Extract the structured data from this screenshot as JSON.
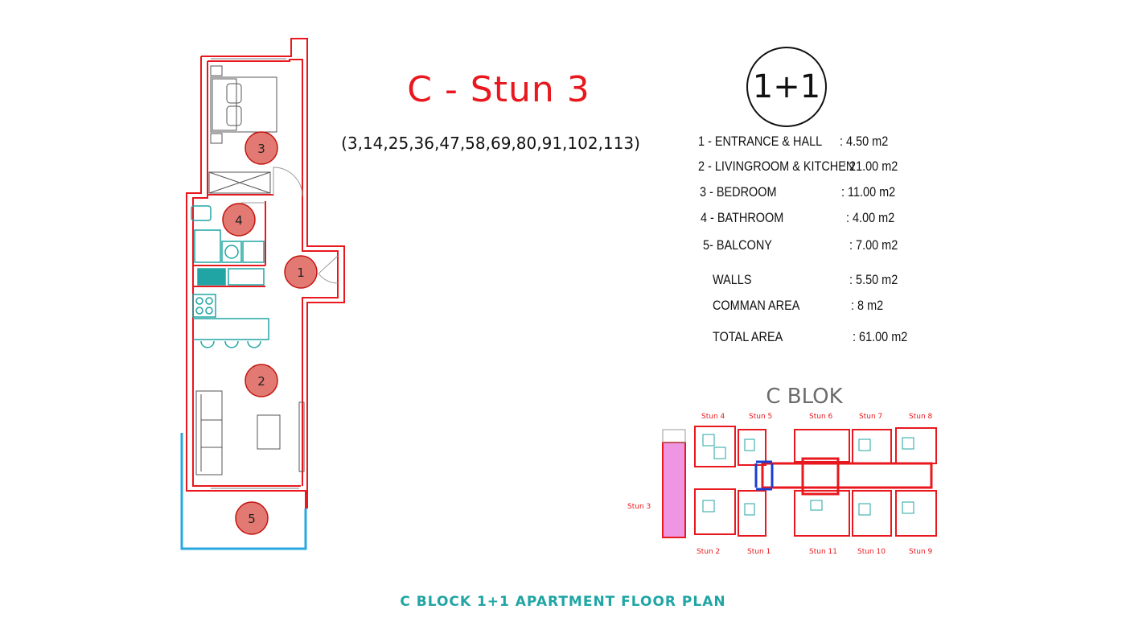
{
  "title": "C - Stun 3",
  "units_list": "(3,14,25,36,47,58,69,80,91,102,113)",
  "type_badge": "1+1",
  "rooms": [
    {
      "label": "1 - ENTRANCE & HALL",
      "area": ": 4.50 m2"
    },
    {
      "label": "2 - LIVINGROOM & KITCHEN",
      "area": ": 21.00 m2"
    },
    {
      "label": "3 - BEDROOM",
      "area": ": 11.00 m2"
    },
    {
      "label": "4 - BATHROOM",
      "area": ": 4.00 m2"
    },
    {
      "label": "5- BALCONY",
      "area": ": 7.00 m2"
    }
  ],
  "totals": [
    {
      "label": "WALLS",
      "area": ":   5.50 m2"
    },
    {
      "label": "COMMAN AREA",
      "area": ": 8 m2"
    },
    {
      "label": "TOTAL AREA",
      "area": ": 61.00 m2"
    }
  ],
  "plan_markers": [
    "1",
    "2",
    "3",
    "4",
    "5"
  ],
  "block_title": "C BLOK",
  "block_units_top": [
    "Stun 4",
    "Stun 5",
    "Stun 6",
    "Stun 7",
    "Stun 8"
  ],
  "block_units_bottom": [
    "Stun 2",
    "Stun 1",
    "Stun 11",
    "Stun 10",
    "Stun 9"
  ],
  "block_unit_side": "Stun 3",
  "caption": "C BLOCK 1+1 APARTMENT FLOOR PLAN",
  "colors": {
    "wall": "#e8181e",
    "fixture": "#20a5a4",
    "balcony": "#29a8e0",
    "highlight": "#e040c8",
    "stair": "#1a3fd0"
  }
}
